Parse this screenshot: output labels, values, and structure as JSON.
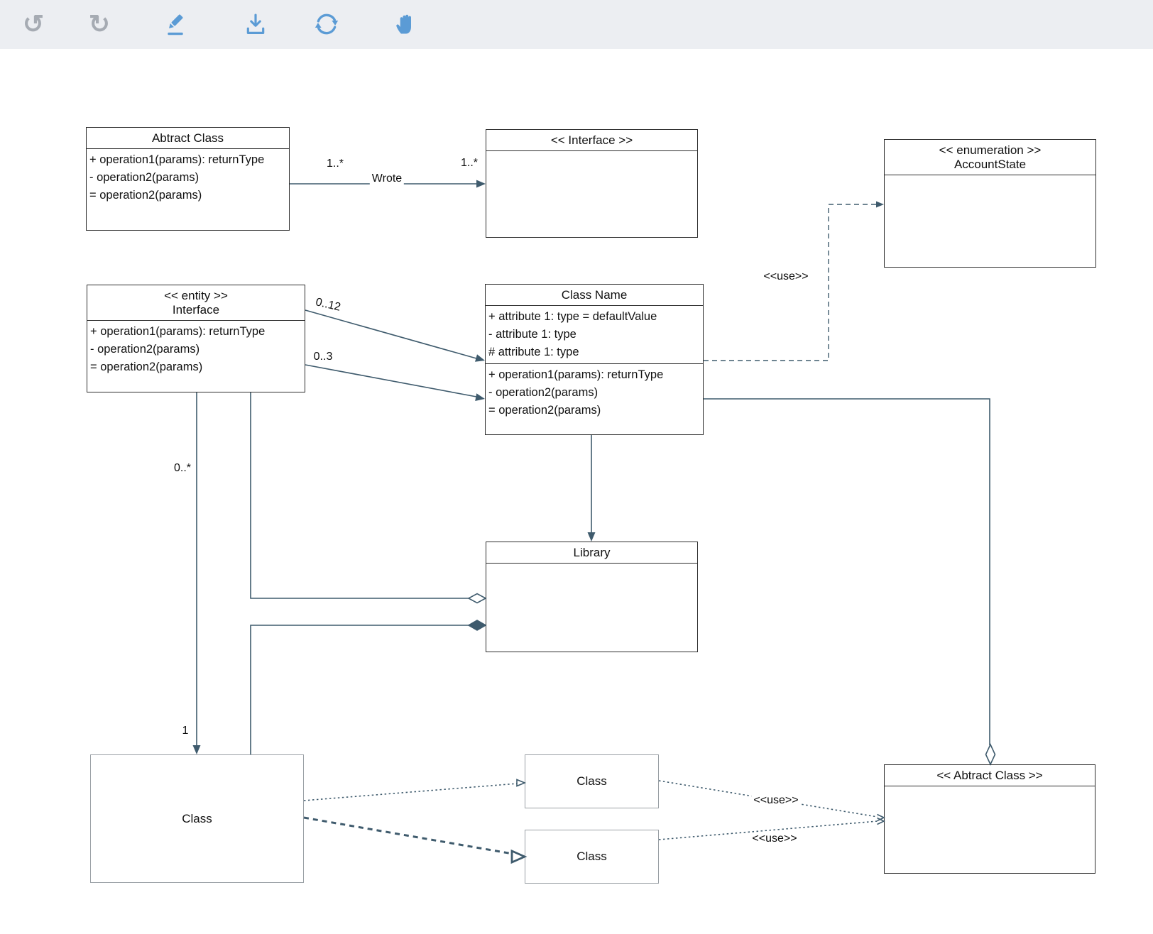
{
  "toolbar": {
    "icons": [
      {
        "name": "undo",
        "state": "disabled"
      },
      {
        "name": "redo",
        "state": "disabled"
      },
      {
        "name": "edit-pencil",
        "state": "active"
      },
      {
        "name": "download",
        "state": "active"
      },
      {
        "name": "sync",
        "state": "active"
      },
      {
        "name": "pan-hand",
        "state": "active"
      }
    ]
  },
  "colors": {
    "toolbar_bg": "#eceef2",
    "icon_blue": "#5b9bd5",
    "icon_gray": "#a6abb3",
    "edge_line": "#3f5b6d",
    "box_border_dark": "#2d2d2d",
    "box_border_gray": "#9aa0a5",
    "canvas_bg": "#ffffff"
  },
  "boxes": {
    "abtract_class": {
      "title": "Abtract Class",
      "operations": [
        "+ operation1(params): returnType",
        "- operation2(params)",
        "= operation2(params)"
      ]
    },
    "interface_top": {
      "title": "<< Interface >>"
    },
    "enumeration": {
      "stereotype": "<< enumeration >>",
      "name": "AccountState"
    },
    "entity_interface": {
      "stereotype": "<< entity >>",
      "name": "Interface",
      "operations": [
        "+ operation1(params): returnType",
        "- operation2(params)",
        "= operation2(params)"
      ]
    },
    "class_name": {
      "title": "Class Name",
      "attributes": [
        "+ attribute 1: type = defaultValue",
        "- attribute 1: type",
        "# attribute 1: type"
      ],
      "operations": [
        "+ operation1(params): returnType",
        "- operation2(params)",
        "= operation2(params)"
      ]
    },
    "library": {
      "title": "Library"
    },
    "class_big": {
      "title": "Class"
    },
    "class_small_top": {
      "title": "Class"
    },
    "class_small_bottom": {
      "title": "Class"
    },
    "abstract_class_br": {
      "title": "<< Abtract Class >>"
    }
  },
  "edge_labels": {
    "wrote": "Wrote",
    "wrote_mult_left": "1..*",
    "wrote_mult_right": "1..*",
    "assoc_0_12": "0..12",
    "assoc_0_3": "0..3",
    "use_enum": "<<use>>",
    "use_top": "<<use>>",
    "use_bottom": "<<use>>",
    "assoc_0_star": "0..*",
    "assoc_1": "1"
  }
}
